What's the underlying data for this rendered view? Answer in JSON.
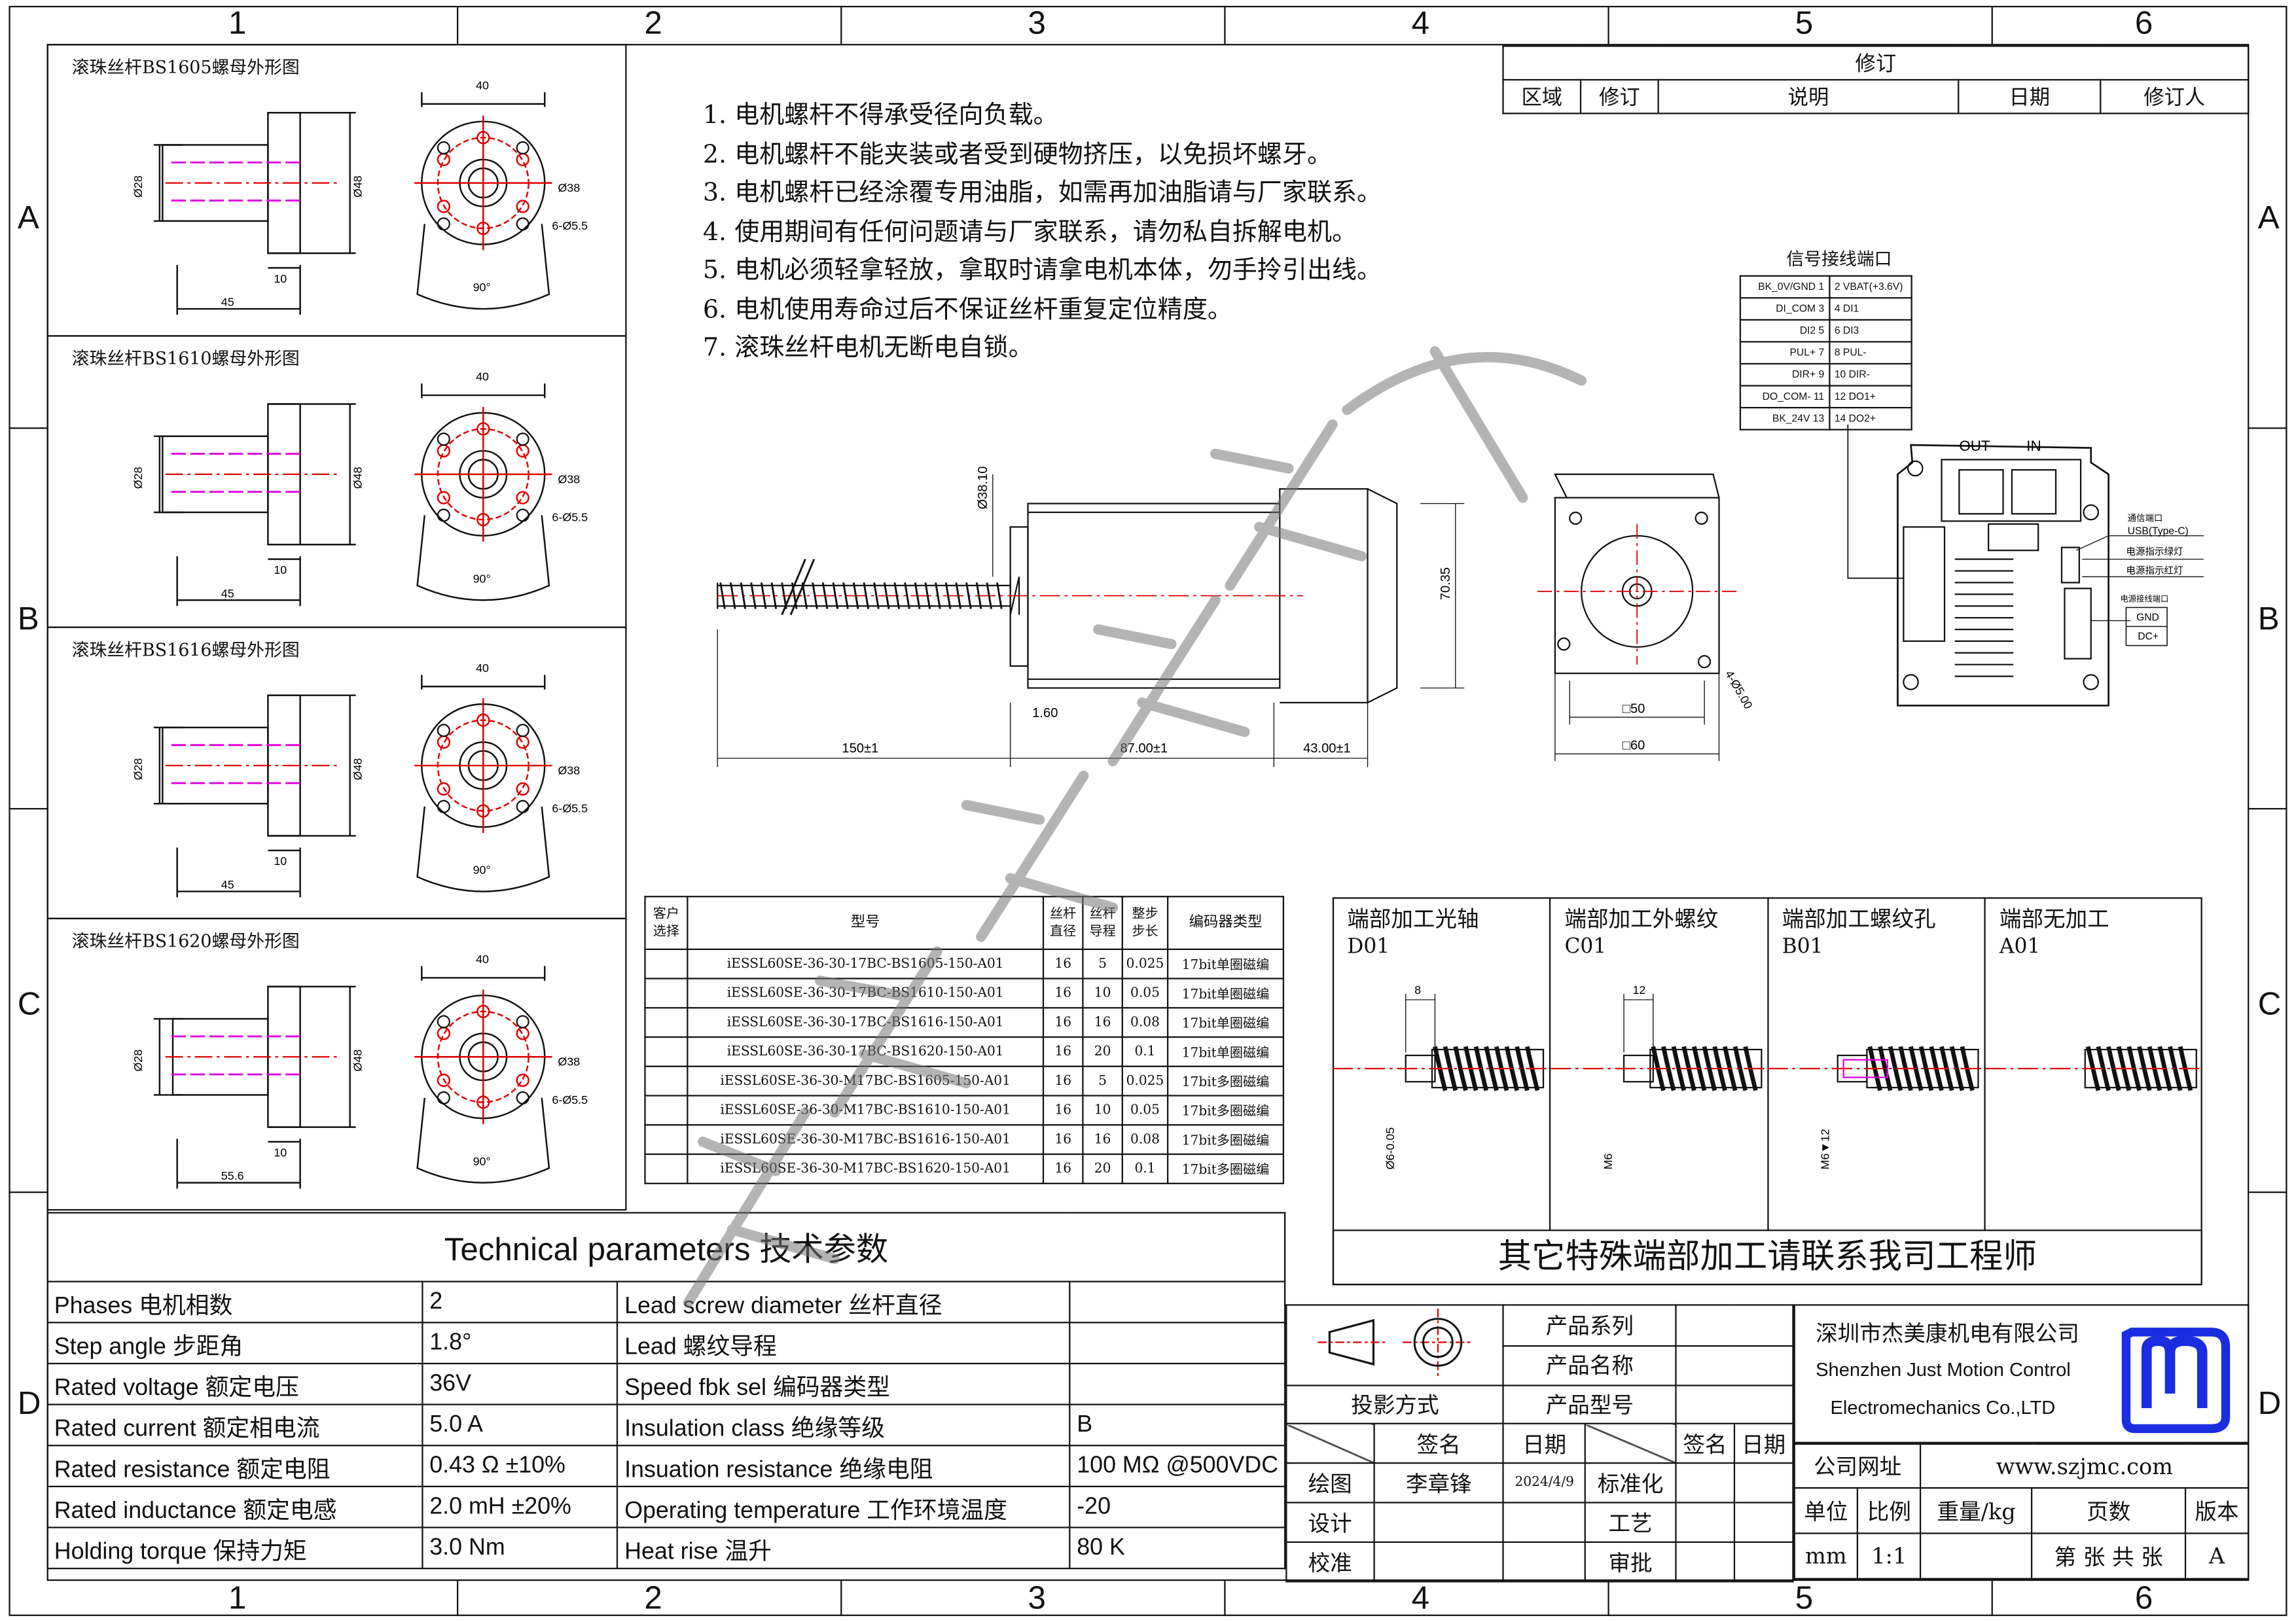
{
  "frame": {
    "columns": [
      "1",
      "2",
      "3",
      "4",
      "5",
      "6"
    ],
    "rows": [
      "A",
      "B",
      "C",
      "D"
    ]
  },
  "flanges": [
    {
      "title": "滚珠丝杆BS1605螺母外形图",
      "d_hub": "Ø28",
      "d_flange": "Ø48",
      "w_flange": "10",
      "length": "45",
      "top": "40",
      "pcd": "Ø38",
      "holes": "6-Ø5.5",
      "angle": "90°"
    },
    {
      "title": "滚珠丝杆BS1610螺母外形图",
      "d_hub": "Ø28",
      "d_flange": "Ø48",
      "w_flange": "10",
      "length": "45",
      "top": "40",
      "pcd": "Ø38",
      "holes": "6-Ø5.5",
      "angle": "90°"
    },
    {
      "title": "滚珠丝杆BS1616螺母外形图",
      "d_hub": "Ø28",
      "d_flange": "Ø48",
      "w_flange": "10",
      "length": "45",
      "top": "40",
      "pcd": "Ø38",
      "holes": "6-Ø5.5",
      "angle": "90°"
    },
    {
      "title": "滚珠丝杆BS1620螺母外形图",
      "d_hub": "Ø28",
      "d_flange": "Ø48",
      "w_flange": "10",
      "length": "55.6",
      "top": "40",
      "pcd": "Ø38",
      "holes": "6-Ø5.5",
      "angle": "90°"
    }
  ],
  "notes": [
    "1.  电机螺杆不得承受径向负载。",
    "2.  电机螺杆不能夹装或者受到硬物挤压，以免损坏螺牙。",
    "3.  电机螺杆已经涂覆专用油脂，如需再加油脂请与厂家联系。",
    "4.  使用期间有任何问题请与厂家联系，请勿私自拆解电机。",
    "5.  电机必须轻拿轻放，拿取时请拿电机本体，勿手拎引出线。",
    "6.  电机使用寿命过后不保证丝杆重复定位精度。",
    "7.  滚珠丝杆电机无断电自锁。"
  ],
  "revision": {
    "title": "修订",
    "headers": [
      "区域",
      "修订",
      "说明",
      "日期",
      "修订人"
    ]
  },
  "signal": {
    "title": "信号接线端口",
    "rows": [
      [
        "BK_0V/GND   1",
        "2  VBAT(+3.6V)"
      ],
      [
        "DI_COM  3",
        "4  DI1"
      ],
      [
        "DI2   5",
        "6  DI3"
      ],
      [
        "PUL+   7",
        "8  PUL-"
      ],
      [
        "DIR+   9",
        "10 DIR-"
      ],
      [
        "DO_COM-  11",
        "12 DO1+"
      ],
      [
        "BK_24V  13",
        "14 DO2+"
      ]
    ],
    "out_label": "OUT",
    "in_label": "IN",
    "comm_port": "通信端口",
    "usb": "USB(Type-C)",
    "green_led": "电源指示绿灯",
    "red_led": "电源指示红灯",
    "power_port": "电源接线端口",
    "gnd": "GND",
    "dc": "DC+"
  },
  "motor": {
    "dia": "Ø38.10",
    "height": "70.35",
    "offset": "1.60",
    "screw_len": "150±1",
    "body_len": "87.00±1",
    "driver_len": "43.00±1",
    "sq50": "□50",
    "sq60": "□60",
    "holes": "4-Ø5.00"
  },
  "parts": {
    "headers": [
      "客户选择",
      "型号",
      "丝杆直径",
      "丝杆导程",
      "整步步长",
      "编码器类型"
    ],
    "rows": [
      [
        "",
        "iESSL60SE-36-30-17BC-BS1605-150-A01",
        "16",
        "5",
        "0.025",
        "17bit单圈磁编"
      ],
      [
        "",
        "iESSL60SE-36-30-17BC-BS1610-150-A01",
        "16",
        "10",
        "0.05",
        "17bit单圈磁编"
      ],
      [
        "",
        "iESSL60SE-36-30-17BC-BS1616-150-A01",
        "16",
        "16",
        "0.08",
        "17bit单圈磁编"
      ],
      [
        "",
        "iESSL60SE-36-30-17BC-BS1620-150-A01",
        "16",
        "20",
        "0.1",
        "17bit单圈磁编"
      ],
      [
        "",
        "iESSL60SE-36-30-M17BC-BS1605-150-A01",
        "16",
        "5",
        "0.025",
        "17bit多圈磁编"
      ],
      [
        "",
        "iESSL60SE-36-30-M17BC-BS1610-150-A01",
        "16",
        "10",
        "0.05",
        "17bit多圈磁编"
      ],
      [
        "",
        "iESSL60SE-36-30-M17BC-BS1616-150-A01",
        "16",
        "16",
        "0.08",
        "17bit多圈磁编"
      ],
      [
        "",
        "iESSL60SE-36-30-M17BC-BS1620-150-A01",
        "16",
        "20",
        "0.1",
        "17bit多圈磁编"
      ]
    ]
  },
  "ends": {
    "items": [
      {
        "title": "端部加工光轴",
        "code": "D01",
        "dim1": "8",
        "dim2": "Ø6-0.05"
      },
      {
        "title": "端部加工外螺纹",
        "code": "C01",
        "dim1": "12",
        "dim2": "M6"
      },
      {
        "title": "端部加工螺纹孔",
        "code": "B01",
        "dim1": "",
        "dim2": "M6▼12"
      },
      {
        "title": "端部无加工",
        "code": "A01",
        "dim1": "",
        "dim2": ""
      }
    ],
    "footer": "其它特殊端部加工请联系我司工程师"
  },
  "tech": {
    "title": "Technical parameters 技术参数",
    "rows": [
      [
        "Phases 电机相数",
        "2",
        "Lead screw diameter 丝杆直径",
        ""
      ],
      [
        "Step angle 步距角",
        "1.8°",
        "Lead 螺纹导程",
        ""
      ],
      [
        "Rated voltage 额定电压",
        "36V",
        "Speed fbk sel  编码器类型",
        ""
      ],
      [
        "Rated current 额定相电流",
        "5.0 A",
        "Insulation class 绝缘等级",
        "B"
      ],
      [
        "Rated resistance 额定电阻",
        "0.43 Ω  ±10%",
        "Insuation resistance 绝缘电阻",
        "100 MΩ @500VDC"
      ],
      [
        "Rated inductance 额定电感",
        "2.0 mH ±20%",
        "Operating temperature 工作环境温度",
        "-20"
      ],
      [
        "Holding torque 保持力矩",
        "3.0 Nm",
        "Heat rise 温升",
        "80 K"
      ]
    ]
  },
  "titleblock": {
    "series": "产品系列",
    "name": "产品名称",
    "projection": "投影方式",
    "model": "产品型号",
    "sign": "签名",
    "date": "日期",
    "draw": "绘图",
    "drawer": "李章锋",
    "draw_date": "2024/4/9",
    "standard": "标准化",
    "design": "设计",
    "craft": "工艺",
    "check": "校准",
    "approve": "审批",
    "company_cn": "深圳市杰美康机电有限公司",
    "company_en1": "Shenzhen Just Motion Control",
    "company_en2": "Electromechanics Co.,LTD",
    "site_label": "公司网址",
    "site": "www.szjmc.com",
    "unit_label": "单位",
    "scale_label": "比例",
    "weight_label": "重量/kg",
    "pages_label": "页数",
    "version_label": "版本",
    "unit": "mm",
    "scale": "1:1",
    "pages": "第 张 共 张",
    "version": "A",
    "logo_color": "#1a2de0"
  },
  "watermark": "杰美康机电有限公司"
}
